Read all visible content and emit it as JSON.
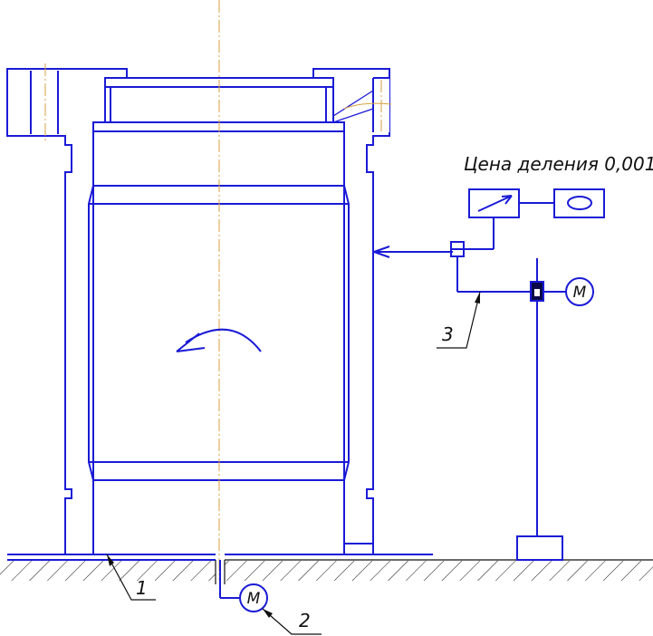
{
  "annotation": {
    "scale_division": "Цена деления 0,001"
  },
  "callouts": {
    "table": "1",
    "table_motor": "2",
    "indicator_arm": "3"
  },
  "symbols": {
    "motor_letter": "М"
  },
  "colors": {
    "outline": "#1a1ad6",
    "hatch": "#111111",
    "axis": "#d9a040"
  }
}
